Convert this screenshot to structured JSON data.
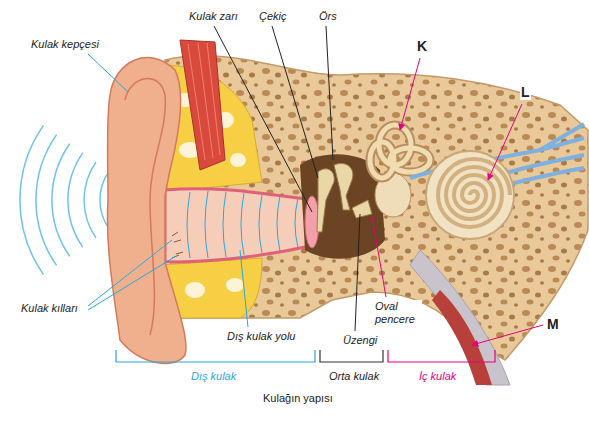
{
  "diagram": {
    "caption": "Kulağın yapısı",
    "labels": [
      "Kulak kepçesi",
      "Kulak zarı",
      "Çekiç",
      "Örs",
      "K",
      "L",
      "Kulak kılları",
      "Dış kulak yolu",
      "Üzengi",
      "Oval pencere",
      "M",
      "Dış kulak",
      "Orta kulak",
      "İç kulak"
    ]
  }
}
